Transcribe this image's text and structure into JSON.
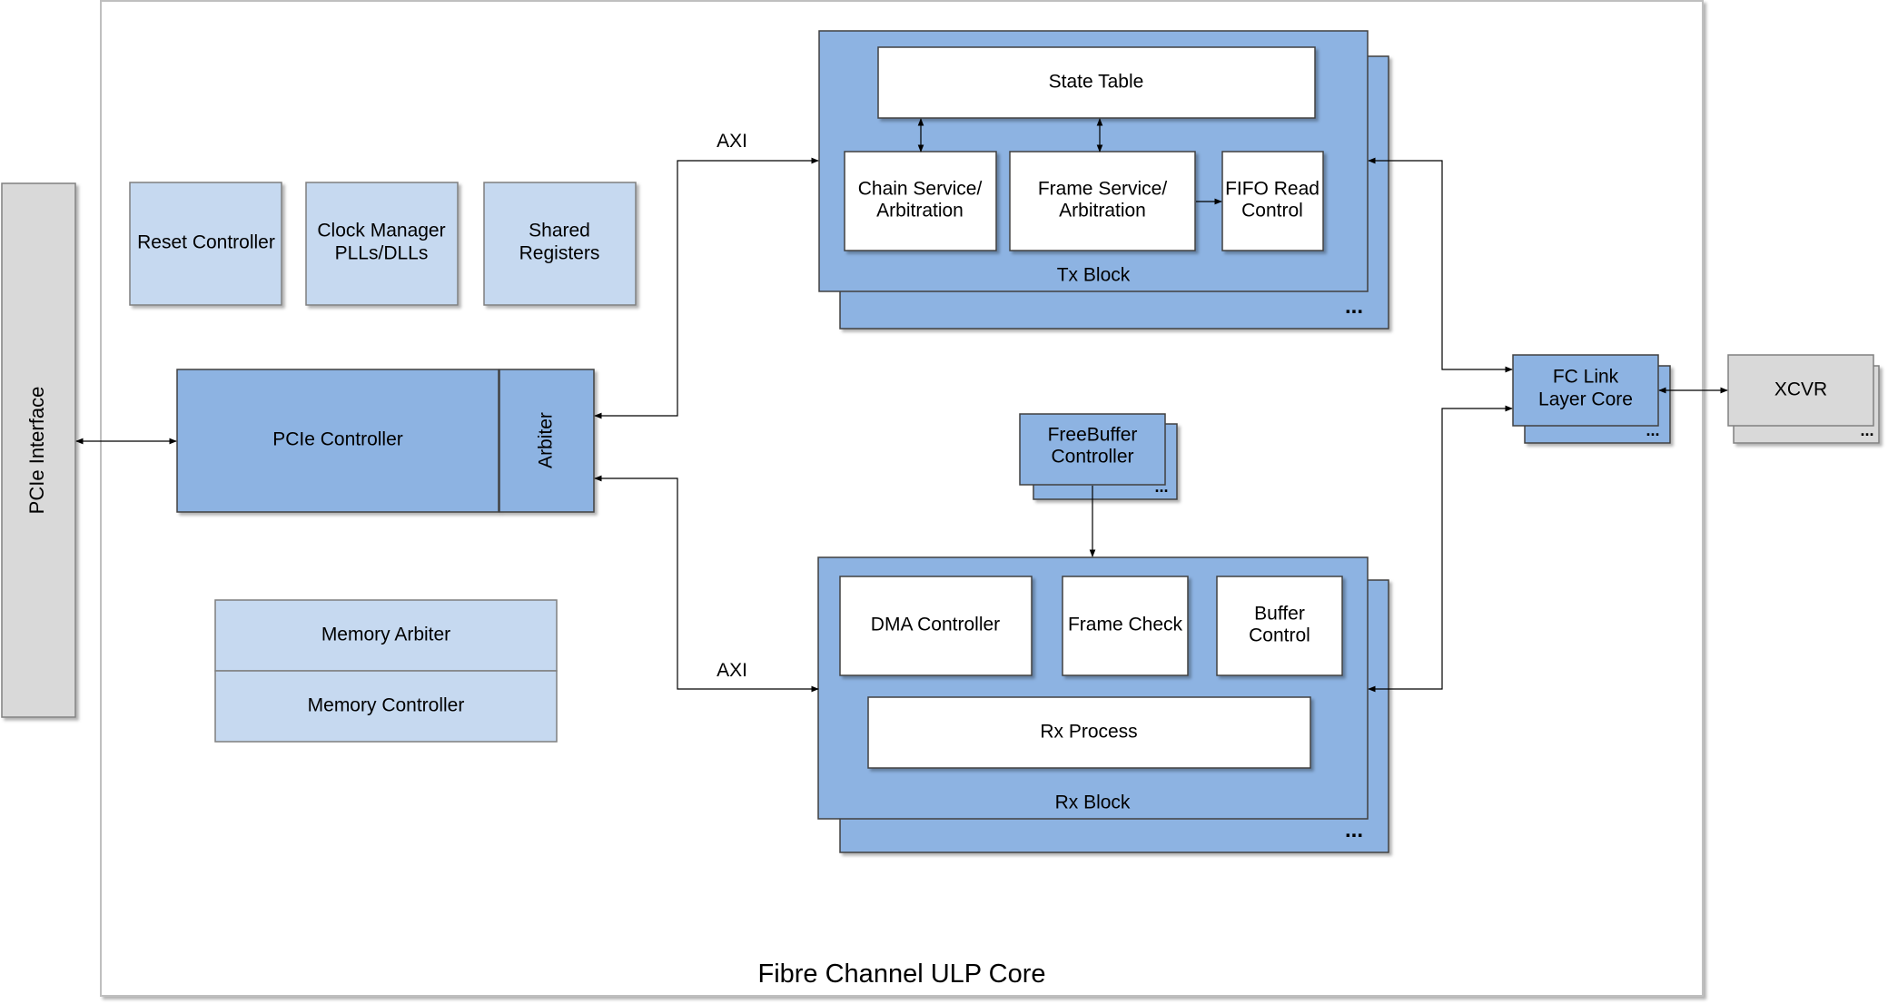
{
  "core_title": "Fibre Channel ULP Core",
  "pcie_interface": "PCIe Interface",
  "reset_controller": "Reset Controller",
  "clock_manager": [
    "Clock Manager",
    "PLLs/DLLs"
  ],
  "shared_registers": [
    "Shared",
    "Registers"
  ],
  "pcie_controller": "PCIe Controller",
  "arbiter": "Arbiter",
  "memory_arbiter": "Memory Arbiter",
  "memory_controller": "Memory Controller",
  "axi_top": "AXI",
  "axi_bottom": "AXI",
  "tx": {
    "block": "Tx Block",
    "state_table": "State Table",
    "chain_service": [
      "Chain Service/",
      "Arbitration"
    ],
    "frame_service": [
      "Frame Service/",
      "Arbitration"
    ],
    "fifo_read": [
      "FIFO Read",
      "Control"
    ],
    "more": "..."
  },
  "freebuffer": {
    "label": [
      "FreeBuffer",
      "Controller"
    ],
    "more": "..."
  },
  "rx": {
    "block": "Rx Block",
    "dma": "DMA Controller",
    "frame_check": "Frame Check",
    "buffer_control": [
      "Buffer",
      "Control"
    ],
    "rx_process": "Rx Process",
    "more": "..."
  },
  "fc_link": {
    "label": [
      "FC Link",
      "Layer Core"
    ],
    "more": "..."
  },
  "xcvr": {
    "label": "XCVR",
    "more": "..."
  },
  "colors": {
    "light_block": "#c6d9f0",
    "dark_block": "#8db3e2",
    "gray_block": "#d9d9d9",
    "white_block": "#ffffff",
    "line": "#000000"
  }
}
